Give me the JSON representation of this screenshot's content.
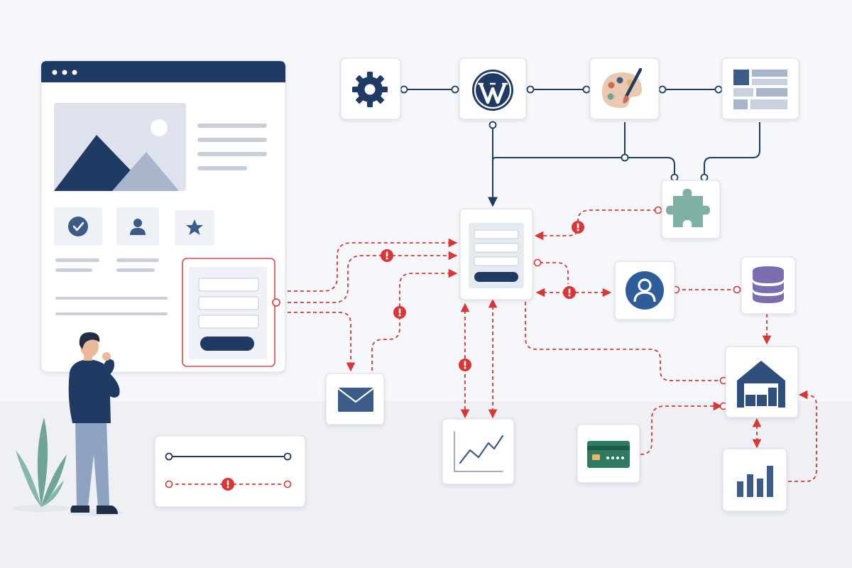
{
  "colors": {
    "navy": "#1f3a63",
    "slate": "#8a93a6",
    "light_slate": "#dde2ec",
    "card_bg": "#ffffff",
    "card_border": "#d9dde5",
    "error_red": "#d93636",
    "error_border": "#e04848",
    "plant_green": "#6fa597",
    "puzzle_teal": "#7fb0a4",
    "db_purple": "#7b6db0",
    "card_green": "#2f7a63",
    "card_chip": "#e3b86a",
    "background": "#f6f7fa",
    "floor": "#eef0f4"
  },
  "icons": {
    "plugin_nodes": [
      "gear-icon",
      "wordpress-icon",
      "palette-icon",
      "layout-grid-icon"
    ],
    "integration_nodes": [
      "puzzle-icon",
      "user-account-icon",
      "database-icon",
      "email-icon",
      "analytics-chart-icon",
      "warehouse-icon",
      "credit-card-icon",
      "bar-chart-icon"
    ],
    "error_marker": "exclamation-circle-icon",
    "page_widgets": [
      "check-circle-icon",
      "user-icon",
      "star-icon",
      "image-placeholder-icon"
    ]
  },
  "legend": {
    "items": [
      {
        "name": "working-connection",
        "style": "solid"
      },
      {
        "name": "broken-connection",
        "style": "dashed-with-error"
      }
    ]
  }
}
